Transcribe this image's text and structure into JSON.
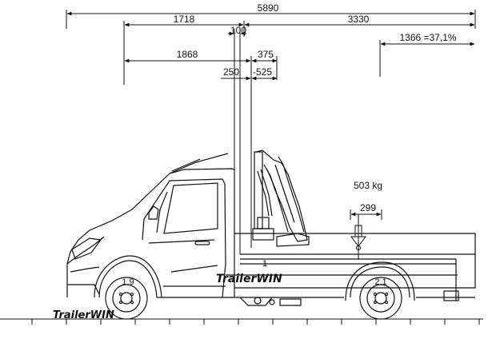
{
  "dimensions": {
    "overall_length": "5890",
    "front_to_crane": "1718",
    "crane_to_rear": "3330",
    "rear_overhang": "1366 =37,1%",
    "crane_column_width": "100",
    "front_to_load": "1868",
    "crane_offset_rear": "375",
    "crane_offset_front": "250",
    "crane_offset_back": "-525",
    "load_position": "299"
  },
  "load": {
    "mass_label": "503 kg",
    "marker": "1"
  },
  "axles": {
    "front_load": "1.9",
    "rear_load": "2.1"
  },
  "branding": {
    "body_logo": "TrailerWIN",
    "corner_logo": "TrailerWIN"
  },
  "colors": {
    "line": "#111111",
    "background": "#ffffff"
  }
}
